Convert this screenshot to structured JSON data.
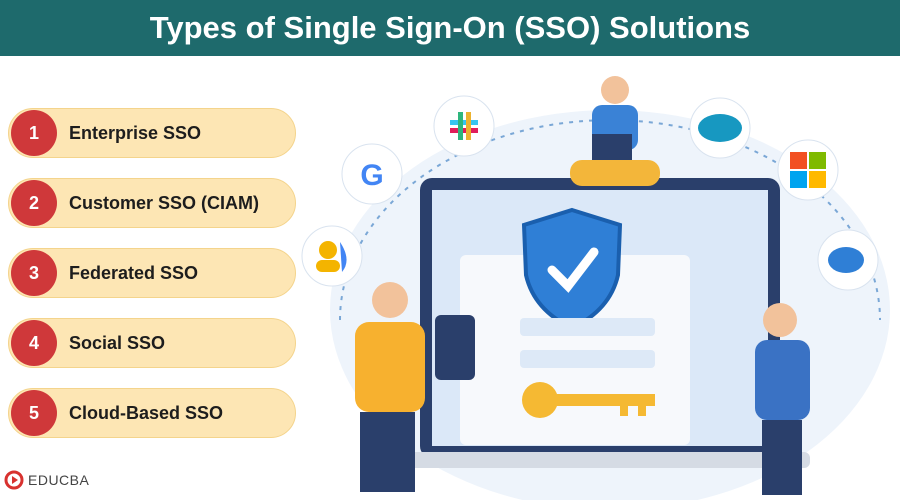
{
  "title": "Types of Single Sign-On (SSO) Solutions",
  "items": [
    {
      "number": "1",
      "label": "Enterprise SSO"
    },
    {
      "number": "2",
      "label": "Customer SSO (CIAM)"
    },
    {
      "number": "3",
      "label": "Federated SSO"
    },
    {
      "number": "4",
      "label": "Social SSO"
    },
    {
      "number": "5",
      "label": "Cloud-Based SSO"
    }
  ],
  "illustration_icons": [
    "slack-icon",
    "google-icon",
    "salesforce-icon",
    "microsoft-icon",
    "chat-icon",
    "user-icon",
    "shield-check-icon",
    "key-icon"
  ],
  "logo_text": "EDUCBA",
  "colors": {
    "header": "#1e6a6c",
    "badge": "#cf383a",
    "pill": "#fde6b4"
  }
}
